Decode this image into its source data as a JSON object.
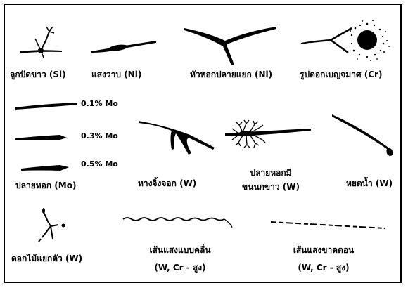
{
  "items": [
    {
      "label": "ลูกปัดขาว (Si)"
    },
    {
      "label": "แสงวาบ (Ni)"
    },
    {
      "label": "หัวหอกปลายแยก (Ni)"
    },
    {
      "label": "รูปดอกเบญจมาศ (Cr)"
    },
    {
      "label": "ปลายหอก (Mo)",
      "levels": [
        "0.1% Mo",
        "0.3% Mo",
        "0.5% Mo"
      ]
    },
    {
      "label": "หางจิ้งจอก (W)"
    },
    {
      "label_lines": [
        "ปลายหอกมี",
        "ขนนกขาว (W)"
      ]
    },
    {
      "label": "หยดน้ำ (W)"
    },
    {
      "label": "ดอกไม้แยกตัว (W)"
    },
    {
      "label_lines": [
        "เส้นแสงแบบคลื่น",
        "(W, Cr - สูง)"
      ]
    },
    {
      "label_lines": [
        "เส้นแสงขาดตอน",
        "(W, Cr - สูง)"
      ]
    }
  ]
}
